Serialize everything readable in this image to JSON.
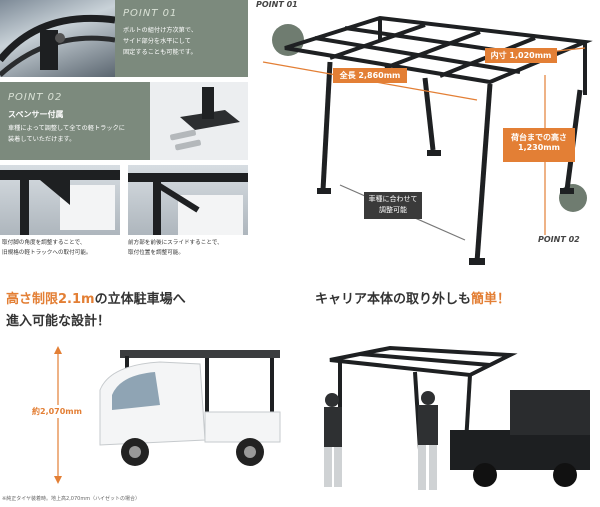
{
  "point01": {
    "label": "POINT 01",
    "text_line1": "ボルトの組付け方次第で、",
    "text_line2": "サイド部分を水平にして",
    "text_line3": "固定することも可能です。"
  },
  "point02": {
    "label": "POINT 02",
    "title": "スペンサー付属",
    "text_line1": "車種によって調整して全ての軽トラックに",
    "text_line2": "装着していただけます。"
  },
  "photo_captions": {
    "left_line1": "取付脚の角度を調整することで、",
    "left_line2": "旧規格の軽トラックへの取付可能。",
    "right_line1": "前方部を前後にスライドすることで、",
    "right_line2": "取付位置を調整可能。"
  },
  "diagram": {
    "point01_label": "POINT 01",
    "point02_label": "POINT 02",
    "total_length": "全長 2,860mm",
    "inner_width": "内寸 1,020mm",
    "height_label_line1": "荷台までの高さ",
    "height_label_line2": "1,230mm",
    "adjust_line1": "車種に合わせて",
    "adjust_line2": "調整可能"
  },
  "headline_left": {
    "part1": "高さ制限2.1m",
    "part2": "の立体駐車場へ",
    "line2": "進入可能な設計！"
  },
  "headline_right": {
    "part1": "キャリア本体の取り外しも",
    "part2": "簡単！"
  },
  "truck_height": "約2,070mm",
  "footnote": "※純正タイヤ装着時。地上高2,070mm（ハイゼットの場合）",
  "colors": {
    "accent": "#e37f35",
    "panel": "#7c8a7d"
  }
}
